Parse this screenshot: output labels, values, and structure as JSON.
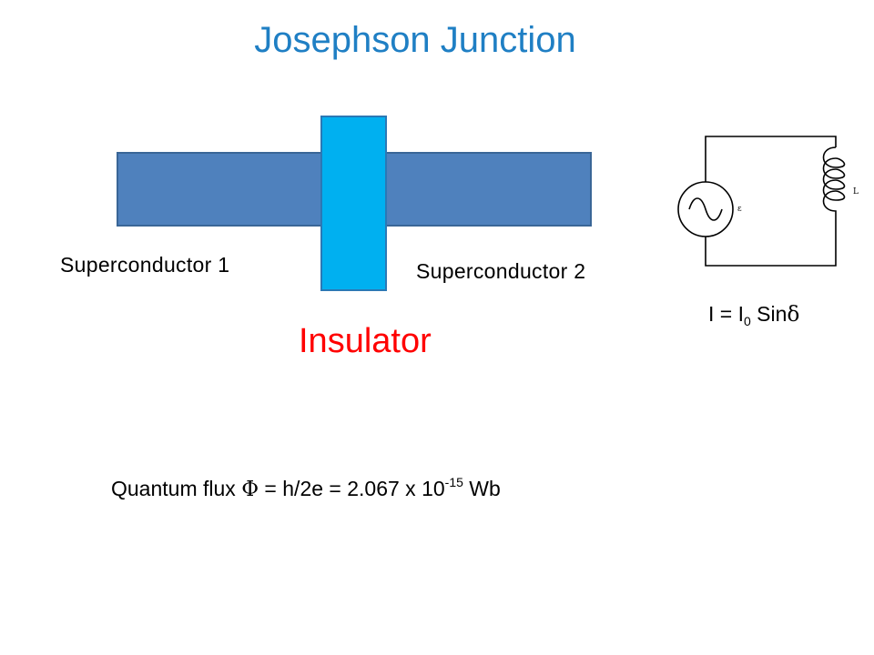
{
  "slide": {
    "title": "Josephson Junction"
  },
  "diagram": {
    "superconductor_1": "Superconductor  1",
    "superconductor_2": "Superconductor 2",
    "insulator": "Insulator",
    "colors": {
      "superconductor": "#4f81bd",
      "insulator_block": "#00b0f0",
      "insulator_label": "#ff0000",
      "title": "#1f7fc4"
    }
  },
  "circuit": {
    "source_label": "ε",
    "inductor_label": "L"
  },
  "equations": {
    "current": {
      "lhs": "I = I",
      "sub": "0",
      "rhs": " Sin",
      "symbol": "δ"
    },
    "flux": {
      "prefix": "Quantum flux ",
      "symbol": "Φ",
      "middle": " = h/2e = 2.067 x 10",
      "exponent": "-15",
      "unit": " Wb"
    }
  }
}
